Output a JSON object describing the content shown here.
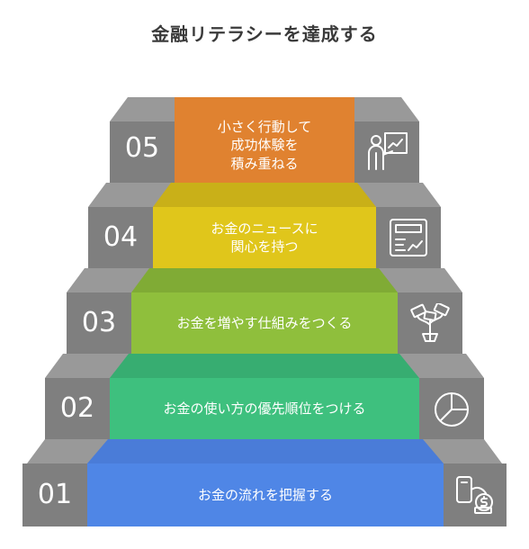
{
  "title": "金融リテラシーを達成する",
  "colors": {
    "step_gray": "#7f7f7f",
    "step_gray_top": "#999999",
    "step_1": "#4f86e6",
    "step_2": "#3ec07e",
    "step_3": "#8fbf3c",
    "step_4": "#e0c61b",
    "step_5": "#e08230"
  },
  "steps": [
    {
      "number": "01",
      "label": "お金の流れを把握する",
      "icon": "phone-money-icon"
    },
    {
      "number": "02",
      "label": "お金の使い方の優先順位をつける",
      "icon": "pie-chart-icon"
    },
    {
      "number": "03",
      "label": "お金を増やす仕組みをつくる",
      "icon": "money-plant-icon"
    },
    {
      "number": "04",
      "label": "お金のニュースに\n関心を持つ",
      "icon": "news-chart-icon"
    },
    {
      "number": "05",
      "label": "小さく行動して\n成功体験を\n積み重ねる",
      "icon": "presenter-icon"
    }
  ]
}
